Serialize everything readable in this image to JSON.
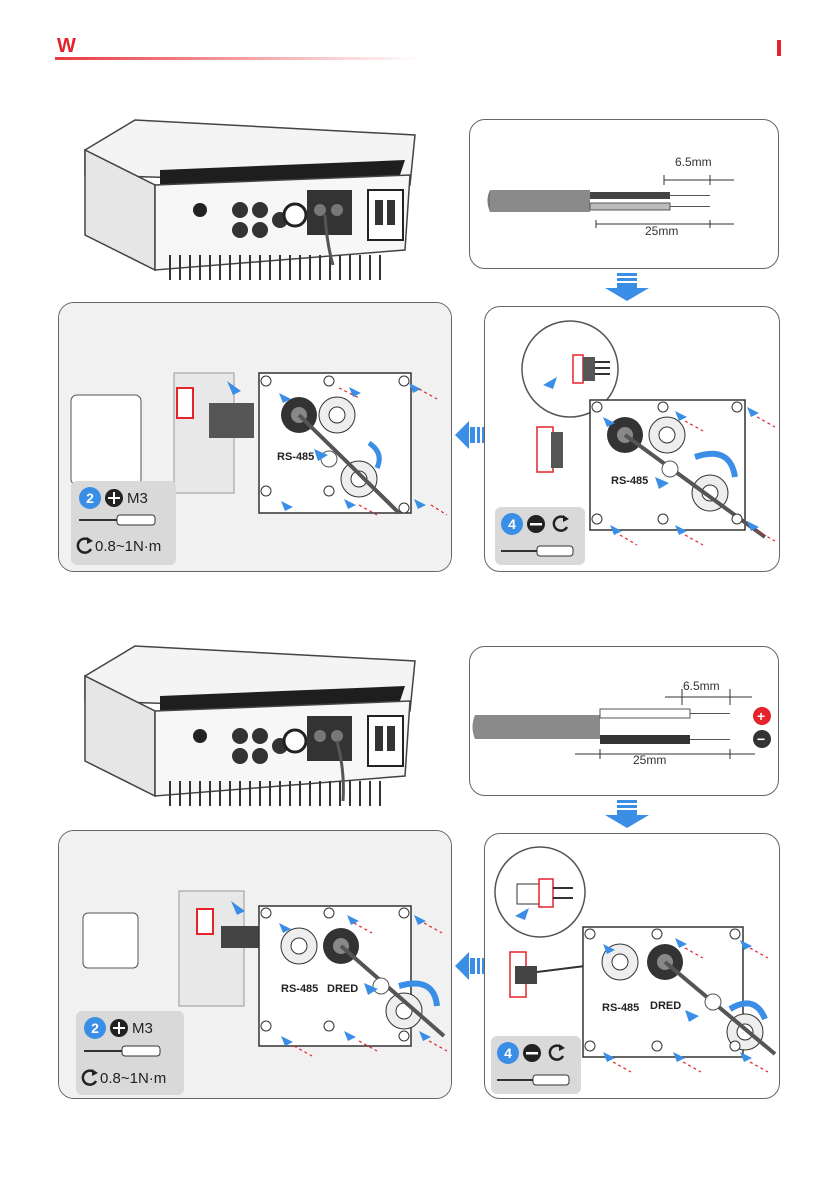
{
  "header": {
    "brand_color": "#e5232b",
    "logo_letter": "W"
  },
  "colors": {
    "arrow_blue": "#3a8ee6",
    "accent_red": "#e5232b",
    "line_gray": "#555555"
  },
  "section1": {
    "strip": {
      "dim_short": "6.5mm",
      "dim_long": "25mm"
    },
    "install": {
      "port_label": "RS-485",
      "step_number": "2",
      "screw_size": "M3",
      "torque": "0.8~1N·m"
    },
    "connect": {
      "port_label": "RS-485",
      "step_number": "4"
    }
  },
  "section2": {
    "strip": {
      "dim_short": "6.5mm",
      "dim_long": "25mm",
      "positive_symbol": "+",
      "negative_symbol": "−"
    },
    "install": {
      "port_label_1": "RS-485",
      "port_label_2": "DRED",
      "step_number": "2",
      "screw_size": "M3",
      "torque": "0.8~1N·m"
    },
    "connect": {
      "port_label_1": "RS-485",
      "port_label_2": "DRED",
      "step_number": "4"
    }
  }
}
